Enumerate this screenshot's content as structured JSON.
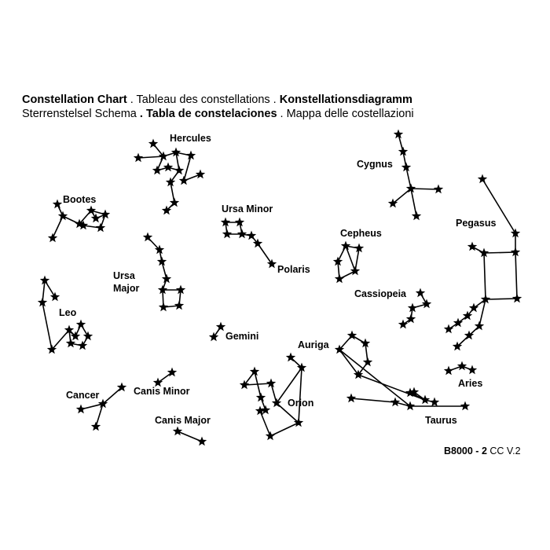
{
  "title": {
    "line1": [
      {
        "text": "Constellation Chart",
        "bold": true
      },
      {
        "text": " . Tableau des constellations . ",
        "bold": false
      },
      {
        "text": "Konstellationsdiagramm",
        "bold": true
      }
    ],
    "line2": [
      {
        "text": "Sterrenstelsel Schema",
        "bold": false
      },
      {
        "text": " . ",
        "bold": false
      },
      {
        "text": "Tabla de constelaciones",
        "bold": true
      },
      {
        "text": " . Mappa delle costellazioni",
        "bold": false
      }
    ]
  },
  "product_code": {
    "bold": "B8000 - 2",
    "normal": " CC V.2"
  },
  "constellations": [
    {
      "id": "hercules",
      "label": [
        "Hercules"
      ]
    },
    {
      "id": "bootes",
      "label": [
        "Bootes"
      ]
    },
    {
      "id": "ursa-minor",
      "label": [
        "Ursa Minor"
      ]
    },
    {
      "id": "polaris",
      "label": [
        "Polaris"
      ]
    },
    {
      "id": "cygnus",
      "label": [
        "Cygnus"
      ]
    },
    {
      "id": "pegasus",
      "label": [
        "Pegasus"
      ]
    },
    {
      "id": "cepheus",
      "label": [
        "Cepheus"
      ]
    },
    {
      "id": "ursa-major",
      "label": [
        "Ursa",
        "Major"
      ]
    },
    {
      "id": "leo",
      "label": [
        "Leo"
      ]
    },
    {
      "id": "cassiopeia",
      "label": [
        "Cassiopeia"
      ]
    },
    {
      "id": "gemini",
      "label": [
        "Gemini"
      ]
    },
    {
      "id": "auriga",
      "label": [
        "Auriga"
      ]
    },
    {
      "id": "aries",
      "label": [
        "Aries"
      ]
    },
    {
      "id": "cancer",
      "label": [
        "Cancer"
      ]
    },
    {
      "id": "canis-minor",
      "label": [
        "Canis Minor"
      ]
    },
    {
      "id": "orion",
      "label": [
        "Orion"
      ]
    },
    {
      "id": "taurus",
      "label": [
        "Taurus"
      ]
    },
    {
      "id": "canis-major",
      "label": [
        "Canis Major"
      ]
    }
  ]
}
